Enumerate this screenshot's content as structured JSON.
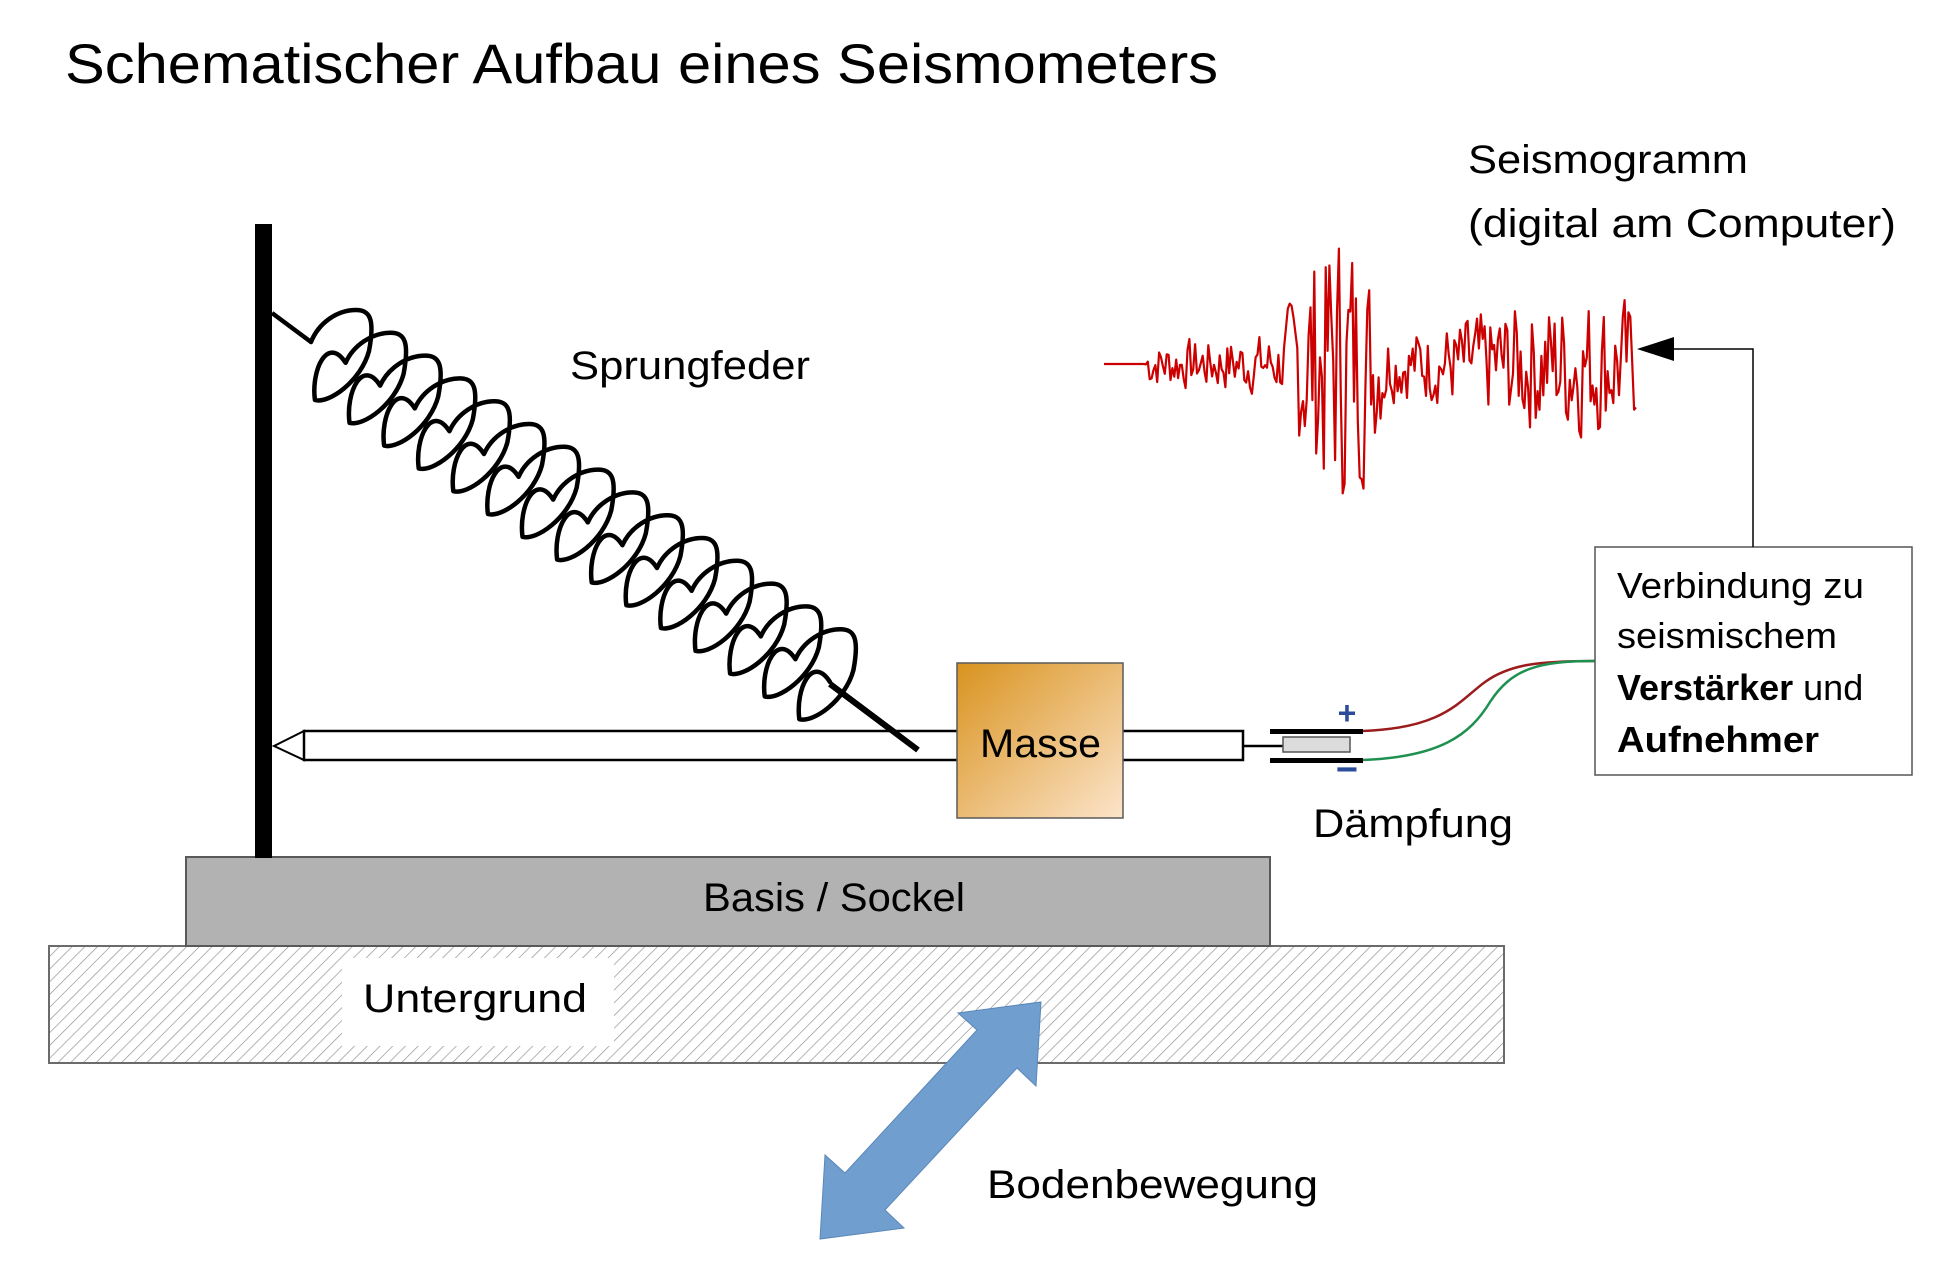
{
  "title": "Schematischer Aufbau eines Seismometers",
  "labels": {
    "spring": "Sprungfeder",
    "mass": "Masse",
    "damping": "Dämpfung",
    "base": "Basis / Sockel",
    "ground": "Untergrund",
    "ground_motion": "Bodenbewegung",
    "seismogram_line1": "Seismogramm",
    "seismogram_line2": "(digital am Computer)"
  },
  "connection_box": {
    "line1": "Verbindung zu",
    "line2": "seismischem",
    "line3_bold": "Verstärker",
    "line3_rest": " und",
    "line4_bold": "Aufnehmer"
  },
  "damper_polarity": {
    "plus": "+",
    "minus": "−"
  },
  "colors": {
    "seismogram_trace": "#CC0000",
    "wire_positive": "#9B1C1C",
    "wire_negative": "#1E9050",
    "polarity_sign": "#2B4C9B",
    "mass_gradient_start": "#D9931F",
    "mass_gradient_end": "#FCE4CA",
    "base_fill": "#B2B2B2",
    "ground_motion_arrow": "#6F9ECF"
  },
  "icons": {
    "ground_motion_arrow": "double-headed-diagonal-arrow",
    "signal_arrow": "left-pointing-arrow"
  }
}
